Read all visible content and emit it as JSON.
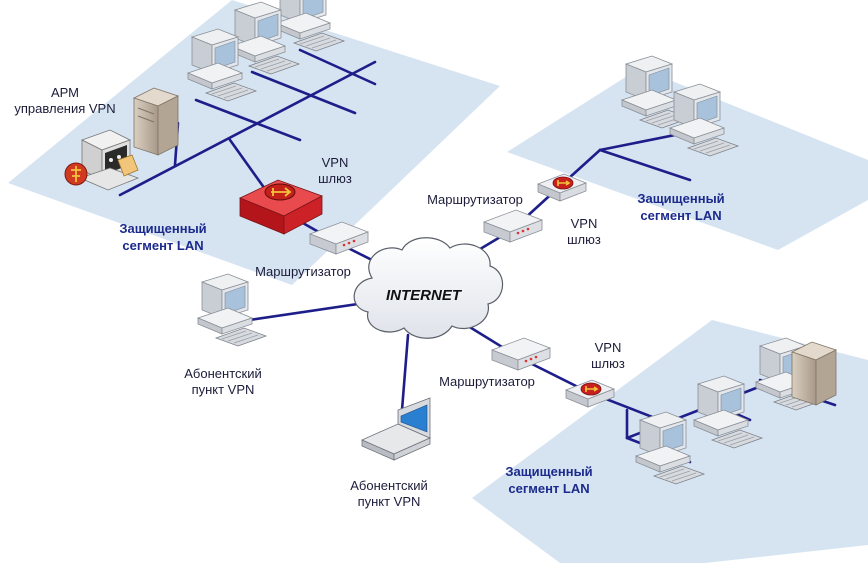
{
  "internet": "INTERNET",
  "top_left": {
    "arm_line1": "АРМ",
    "arm_line2": "управления VPN",
    "gateway_line1": "VPN",
    "gateway_line2": "шлюз",
    "segment_line1": "Защищенный",
    "segment_line2": "сегмент LAN",
    "router": "Маршрутизатор"
  },
  "top_right": {
    "router": "Маршрутизатор",
    "gateway_line1": "VPN",
    "gateway_line2": "шлюз",
    "segment_line1": "Защищенный",
    "segment_line2": "сегмент LAN"
  },
  "bottom_right": {
    "gateway_line1": "VPN",
    "gateway_line2": "шлюз",
    "router": "Маршрутизатор",
    "segment_line1": "Защищенный",
    "segment_line2": "сегмент LAN"
  },
  "subscriber_left": {
    "line1": "Абонентский",
    "line2": "пункт VPN"
  },
  "subscriber_laptop": {
    "line1": "Абонентский",
    "line2": "пункт VPN"
  },
  "colors": {
    "zone": "#d6e4f2",
    "cable": "#1e1e8a",
    "gateway_red": "#c0262b",
    "label_blue": "#1b2a8c"
  }
}
